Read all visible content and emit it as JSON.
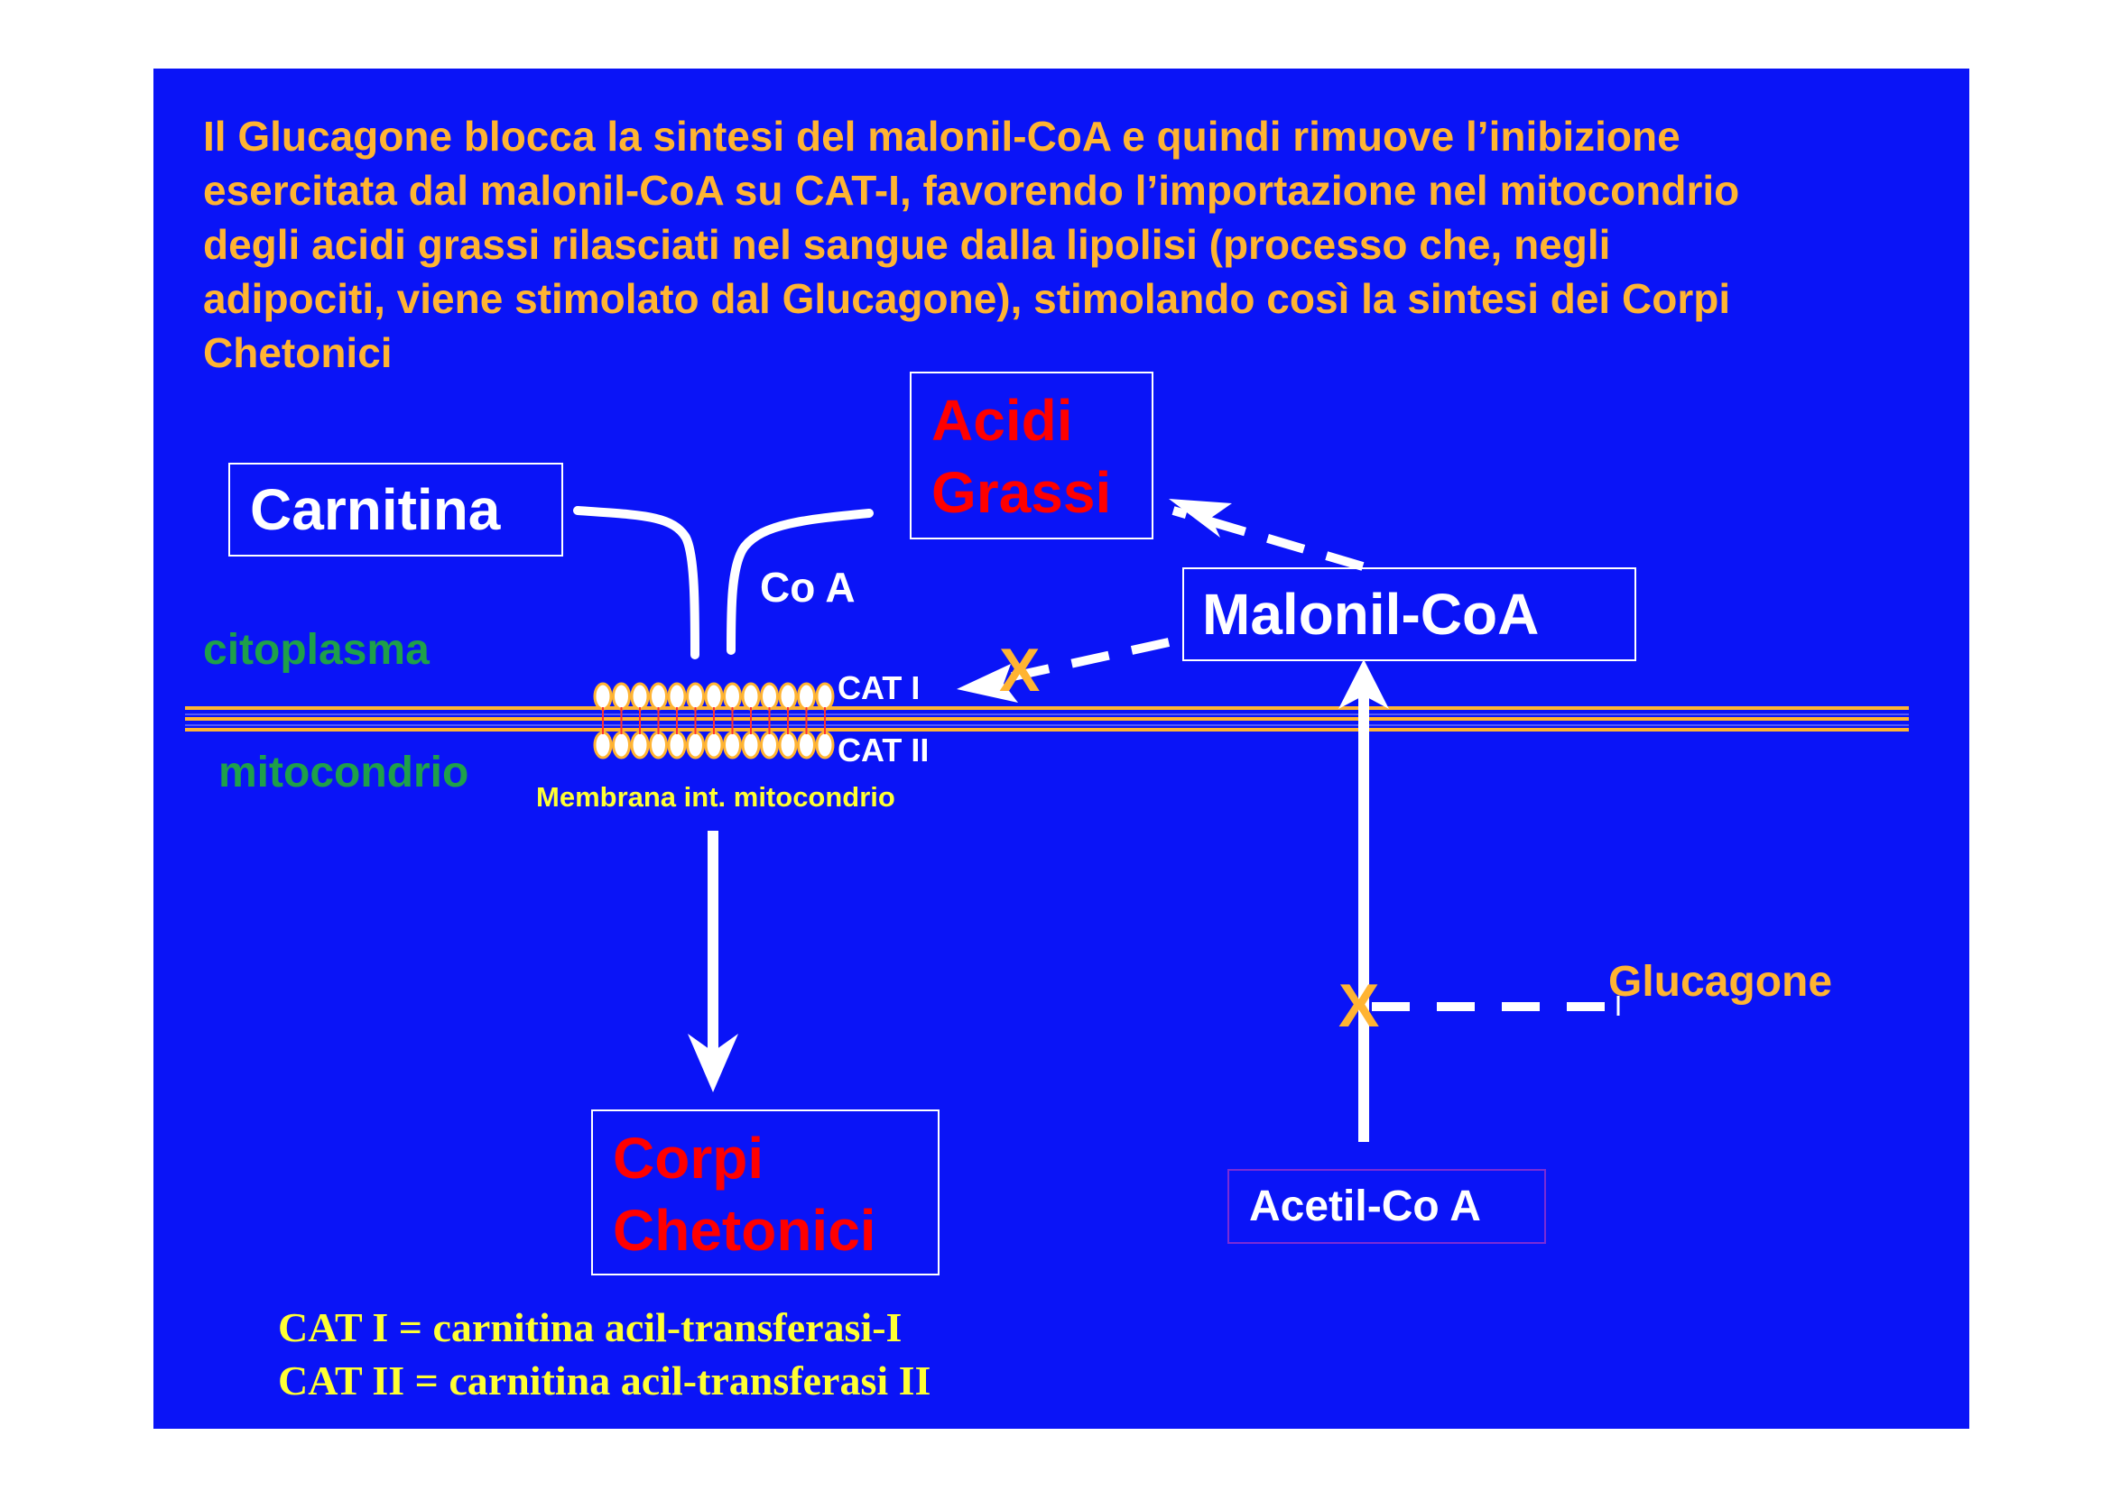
{
  "heading": {
    "line1": "Il Glucagone blocca la sintesi del malonil-CoA e quindi  rimuove l’inibizione",
    "line2": "esercitata dal  malonil-CoA su CAT-I, favorendo l’importazione nel mitocondrio",
    "line3": "degli acidi grassi rilasciati nel sangue dalla lipolisi (processo che, negli",
    "line4": "adipociti, viene stimolato dal Glucagone), stimolando così la sintesi dei Corpi",
    "line5": "Chetonici"
  },
  "boxes": {
    "carnitina": "Carnitina",
    "acidi_grassi_1": "Acidi",
    "acidi_grassi_2": "Grassi",
    "malonil_coa": "Malonil-CoA",
    "corpi_1": "Corpi",
    "corpi_2": "Chetonici",
    "acetil_coa": "Acetil-Co A"
  },
  "labels": {
    "coa": "Co A",
    "citoplasma": "citoplasma",
    "mitocondrio": "mitocondrio",
    "cat1": "CAT I",
    "cat2": "CAT II",
    "membrana": "Membrana int. mitocondrio",
    "glucagone": "Glucagone",
    "inhibit_mark_1": "X",
    "inhibit_mark_2": "X"
  },
  "legend": {
    "line1": "CAT I =  carnitina acil-transferasi-I",
    "line2": "CAT II = carnitina acil-transferasi II"
  },
  "colors": {
    "slide_background": "#0a14f7",
    "heading_text": "#ffb432",
    "box_border": "#ffffff",
    "red_text": "#ff0000",
    "green_text": "#1ea04a",
    "membrane": "#ffb432",
    "legend_text": "#ffff33"
  }
}
